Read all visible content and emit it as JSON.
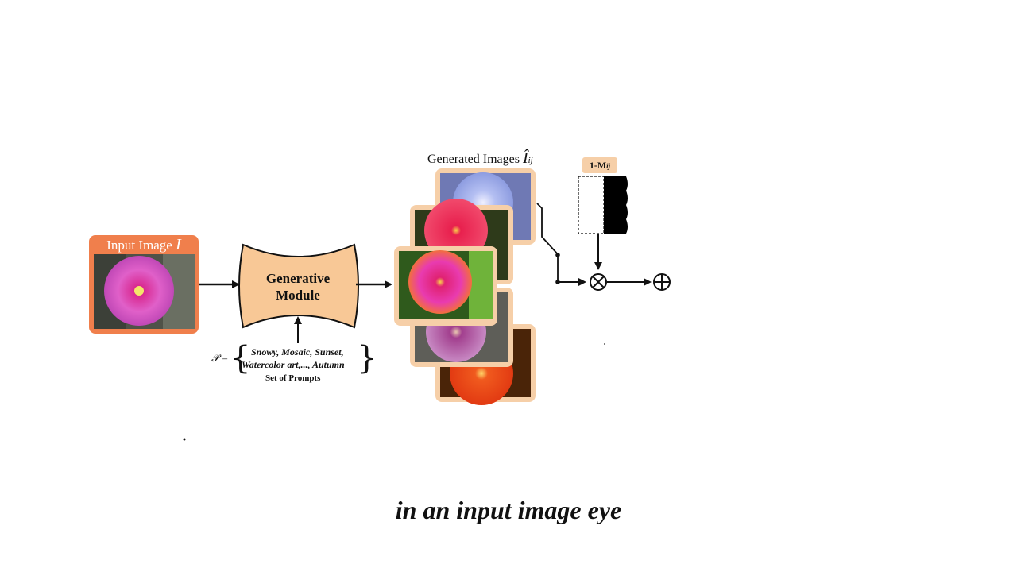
{
  "diagram": {
    "input_label": "Input Image ",
    "input_symbol": "I",
    "module_line1": "Generative",
    "module_line2": "Module",
    "generated_label": "Generated Images ",
    "generated_symbol": "Î",
    "generated_sub": "ij",
    "prompt_symbol": "𝒫 =",
    "prompt_line1": "Snowy, Mosaic, Sunset,",
    "prompt_line2": "Watercolor art,..., Autumn",
    "prompt_set_label": "Set of Prompts",
    "mask_label": "1-M",
    "mask_sub": "ij",
    "multiply_symbol": "⊗",
    "add_symbol": "⊕"
  },
  "caption": "in an input image eye",
  "colors": {
    "input_frame": "#f07f4c",
    "generated_frame": "#f6cfa8",
    "module_fill": "#f8c896",
    "mask_label_fill": "#f6cfa8"
  }
}
